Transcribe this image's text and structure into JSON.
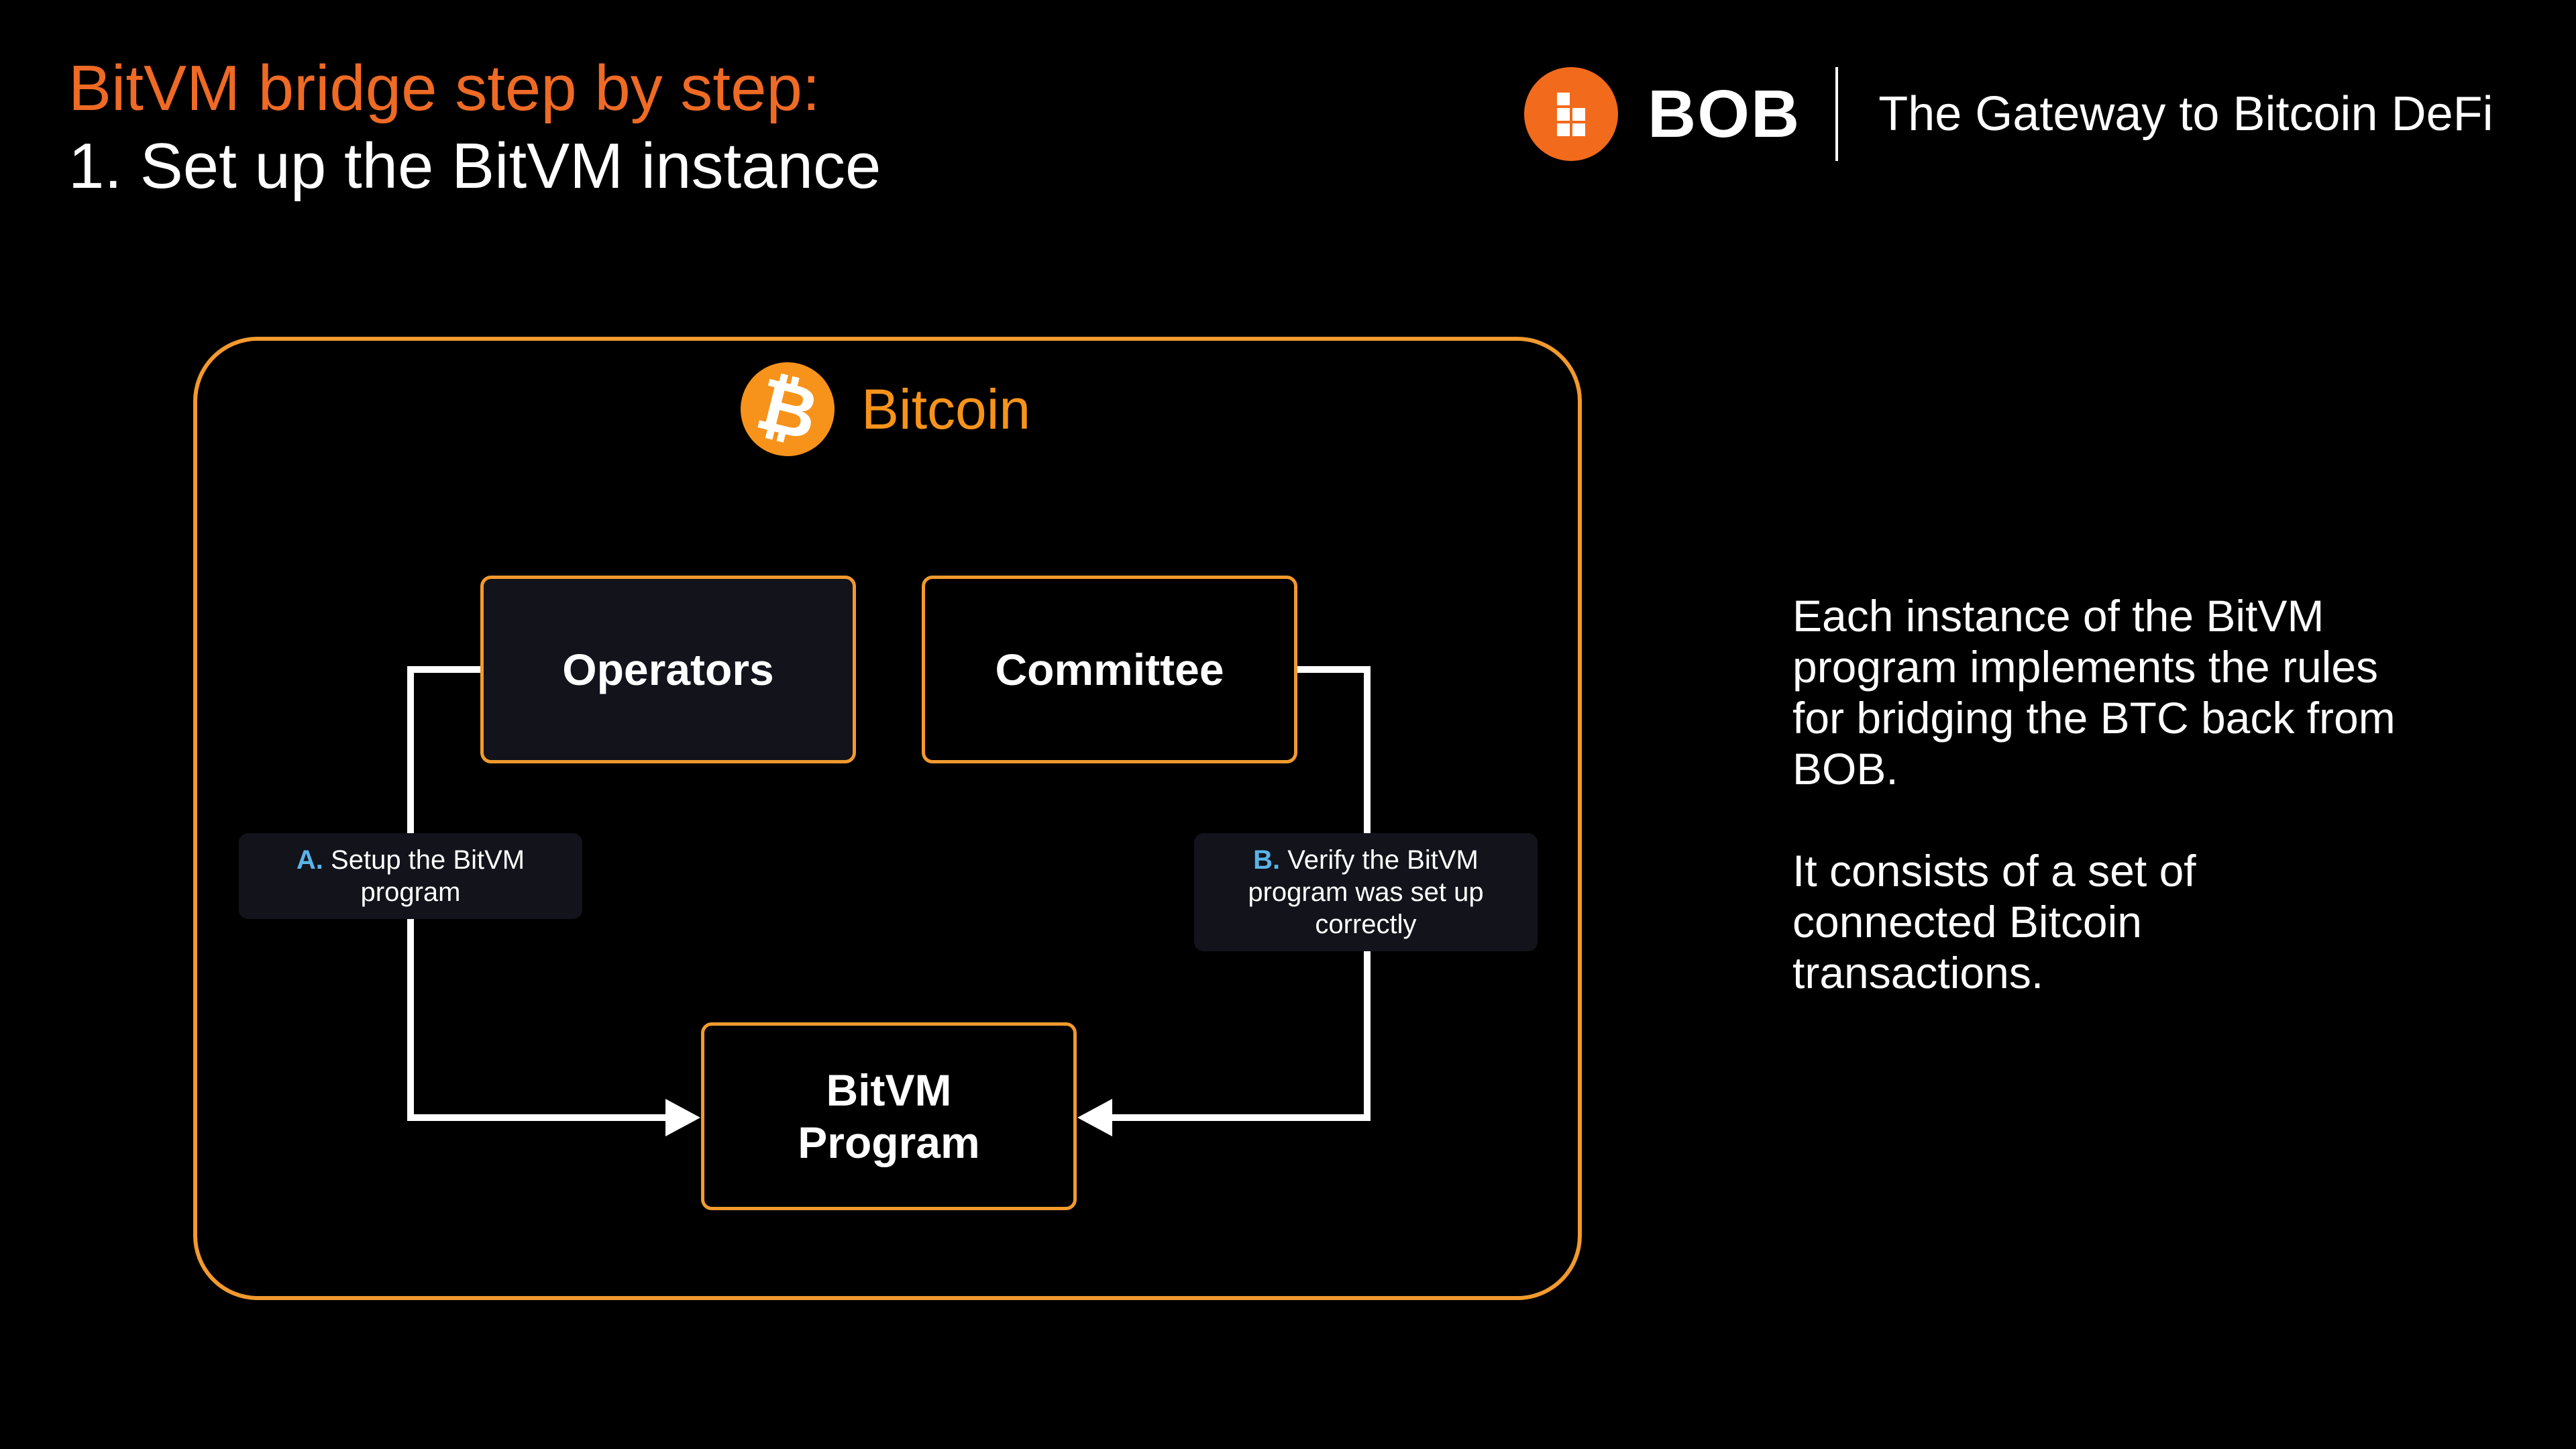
{
  "header": {
    "title_line1": "BitVM bridge step by step:",
    "title_line2": "1. Set up the BitVM instance"
  },
  "brand": {
    "logo_icon": "bob-grid-icon",
    "name": "BOB",
    "tagline": "The Gateway to Bitcoin DeFi",
    "accent_color": "#f26a1b"
  },
  "diagram": {
    "container_label": "Bitcoin",
    "container_icon": "bitcoin-icon",
    "container_color": "#f29a2e",
    "nodes": {
      "operators": "Operators",
      "committee": "Committee",
      "bitvm_line1": "BitVM",
      "bitvm_line2": "Program"
    },
    "steps": {
      "a_letter": "A.",
      "a_text_line1": "Setup the BitVM",
      "a_text_line2": "program",
      "b_letter": "B.",
      "b_text_line1": "Verify the BitVM",
      "b_text_line2": "program was set up",
      "b_text_line3": "correctly"
    }
  },
  "description": {
    "paragraph1": "Each instance of the BitVM program implements the rules for bridging the BTC back from BOB.",
    "paragraph2": "It consists of a set of connected Bitcoin transactions."
  }
}
